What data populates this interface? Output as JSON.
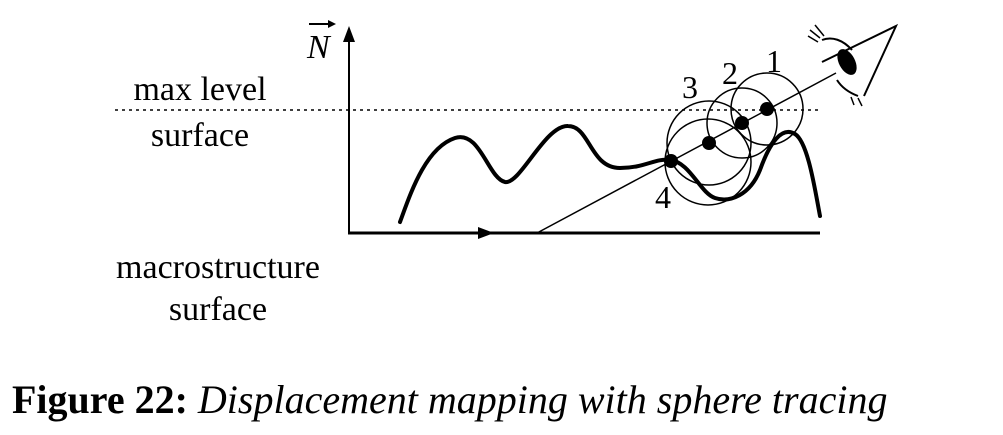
{
  "figure": {
    "label": "Figure 22:",
    "title": "Displacement mapping with sphere tracing"
  },
  "diagram": {
    "normal_label": "N",
    "max_level": {
      "line1": "max level",
      "line2": "surface"
    },
    "macro": {
      "line1": "macrostructure",
      "line2": "surface"
    },
    "steps": [
      {
        "label": "1"
      },
      {
        "label": "2"
      },
      {
        "label": "3"
      },
      {
        "label": "4"
      }
    ]
  }
}
